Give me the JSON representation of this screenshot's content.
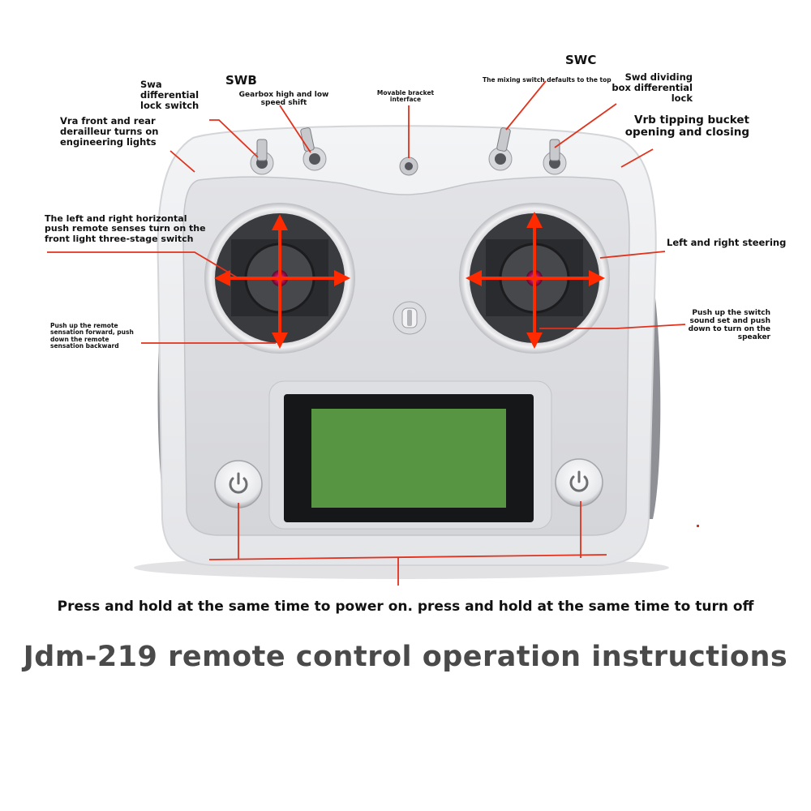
{
  "labels": {
    "swa": "Swa\ndifferential\nlock switch",
    "swb": "SWB",
    "swb_desc": "Gearbox high and low\nspeed shift",
    "bracket": "Movable bracket\ninterface",
    "swc": "SWC",
    "swc_desc": "The mixing switch defaults to the top",
    "swd": "Swd dividing\nbox differential\nlock",
    "vra": "Vra front and rear\nderailleur turns on\nengineering lights",
    "vrb": "Vrb tipping bucket\nopening and closing",
    "left_horizontal": "The left and right horizontal\npush remote senses turn on the\nfront light three-stage switch",
    "right_steering": "Left and right steering",
    "left_vertical": "Push up the remote\nsensation forward, push\ndown the remote\nsensation backward",
    "right_vertical": "Push up the switch\nsound set and push\ndown to turn on the\nspeaker",
    "power": "Press and hold at the same time to power on. press and hold at the same time to turn off",
    "title": "Jdm-219 remote control operation instructions"
  },
  "colors": {
    "arrow": "#ff2a00",
    "callout": "#e0321c",
    "body": "#e9eaec",
    "panel": "#d9dadd",
    "screen": "#4f8a3d",
    "title": "#4a4a4a"
  },
  "icons": [
    "power-icon-left",
    "power-icon-right"
  ]
}
